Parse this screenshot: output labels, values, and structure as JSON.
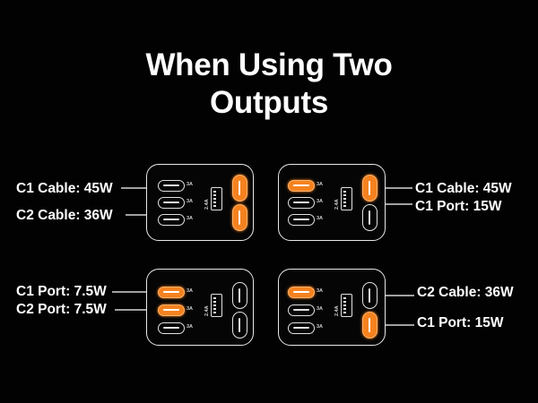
{
  "title": {
    "line1": "When Using Two",
    "line2": "Outputs"
  },
  "accent_color": "#f5821f",
  "amp_label": "3A",
  "usb_amp_label": "2.4A",
  "panels": [
    {
      "labels": [
        "C1 Cable: 45W",
        "C2 Cable: 36W"
      ]
    },
    {
      "labels": [
        "C1 Cable: 45W",
        "C1 Port: 15W"
      ]
    },
    {
      "labels": [
        "C1 Port: 7.5W",
        "C2 Port: 7.5W"
      ]
    },
    {
      "labels": [
        "C2 Cable: 36W",
        "C1 Port: 15W"
      ]
    }
  ]
}
